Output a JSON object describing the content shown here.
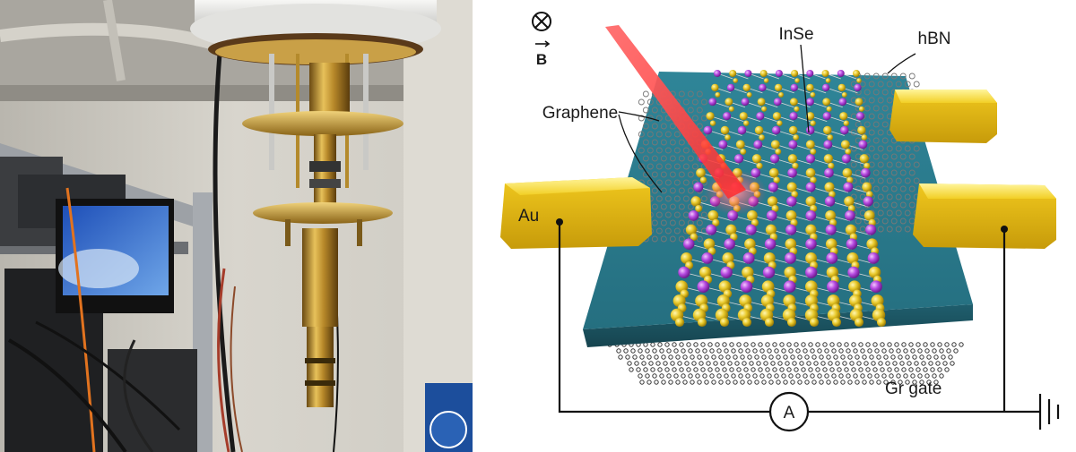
{
  "photo": {
    "image_name": "cryostat-photo"
  },
  "diagram": {
    "labels": {
      "b_field": "B",
      "insе": "InSe",
      "inse": "InSe",
      "hbn": "hBN",
      "graphene": "Graphene",
      "au": "Au",
      "gr_gate": "Gr gate",
      "ammeter": "A"
    },
    "colors": {
      "hbn": "#2b7f92",
      "gold": "#f5d232",
      "indium": "#b244d8",
      "selenium": "#e6c52a",
      "laser": "#ff4040",
      "wire": "#111111"
    }
  }
}
